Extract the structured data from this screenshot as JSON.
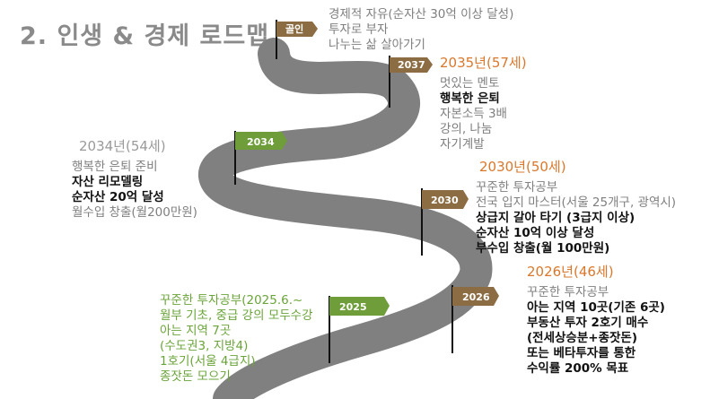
{
  "title": "2. 인생 & 경제 로드맵",
  "flags": {
    "goal": "골인",
    "y2037": "2037",
    "y2034": "2034",
    "y2030": "2030",
    "y2026": "2026",
    "y2025": "2025"
  },
  "goal_block": {
    "lines": [
      "경제적 자유(순자산 30억 이상 달성)",
      "투자로 부자",
      "나누는 삶 살아가기"
    ]
  },
  "b2037": {
    "year": "2035년(57세)",
    "lines": [
      "멋있는 멘토",
      "행복한 은퇴",
      "자본소득 3배",
      "강의, 나눔",
      "자기계발"
    ]
  },
  "b2034": {
    "year": "2034년(54세)",
    "lines": [
      "행복한 은퇴 준비",
      "자산 리모델링",
      "순자산 20억 달성",
      "월수입 창출(월200만원)"
    ]
  },
  "b2030": {
    "year": "2030년(50세)",
    "lines": [
      "꾸준한 투자공부",
      "전국 입지 마스터(서울 25개구, 광역시)",
      "상급지 갈아 타기 (3급지 이상)",
      "순자산 10억 이상 달성",
      "부수입 창출(월 100만원)"
    ]
  },
  "b2026": {
    "year": "2026년(46세)",
    "lines": [
      "꾸준한 투자공부",
      "아는 지역 10곳(기존 6곳)",
      "부동산 투자 2호기 매수",
      "(전세상승분+종잣돈)",
      "또는 베타투자를 통한",
      "수익률 200% 목표"
    ]
  },
  "b2025": {
    "lines": [
      "꾸준한 투자공부(2025.6.~",
      "월부 기초, 중급 강의 모두수강",
      "아는 지역 7곳",
      "(수도권3, 지방4)",
      "1호기(서울 4급지)",
      "종잣돈 모으기"
    ]
  },
  "colors": {
    "road": "#808080",
    "flag_brown": "#8c6d43",
    "flag_green": "#6e9d3a",
    "accent_orange": "#d9782c",
    "green_text": "#6aa439"
  }
}
